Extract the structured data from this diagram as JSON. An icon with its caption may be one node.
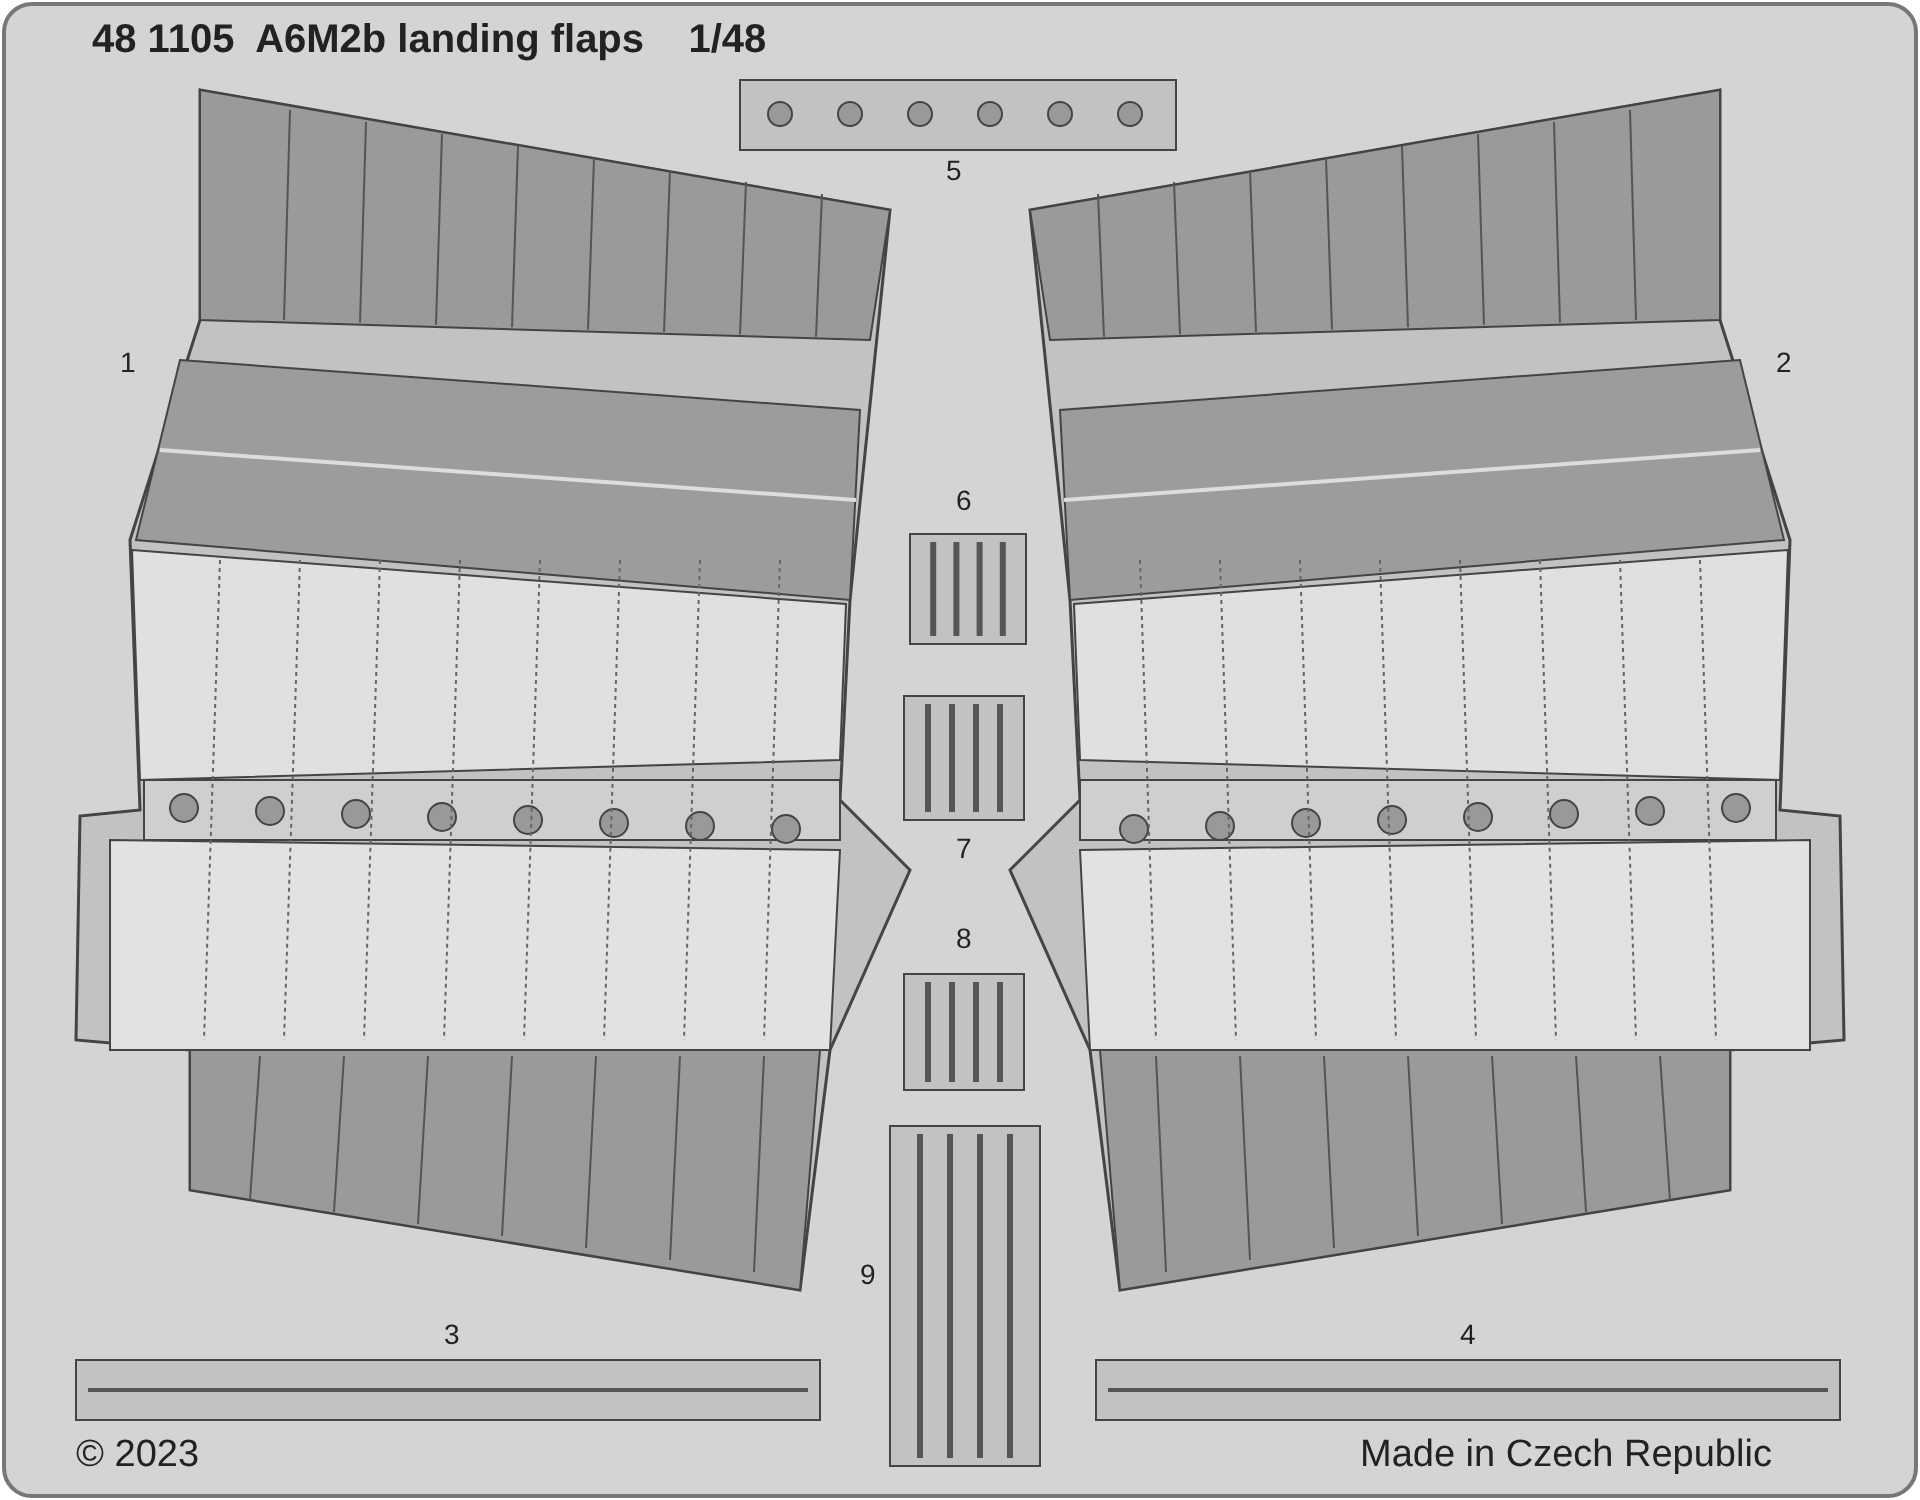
{
  "diagram": {
    "title": "48 1105  A6M2b landing flaps    1/48",
    "labels": [
      "5",
      "1",
      "2",
      "6",
      "7",
      "8",
      "9",
      "3",
      "4",
      "© 2023",
      "Made in Czech Republic"
    ]
  }
}
